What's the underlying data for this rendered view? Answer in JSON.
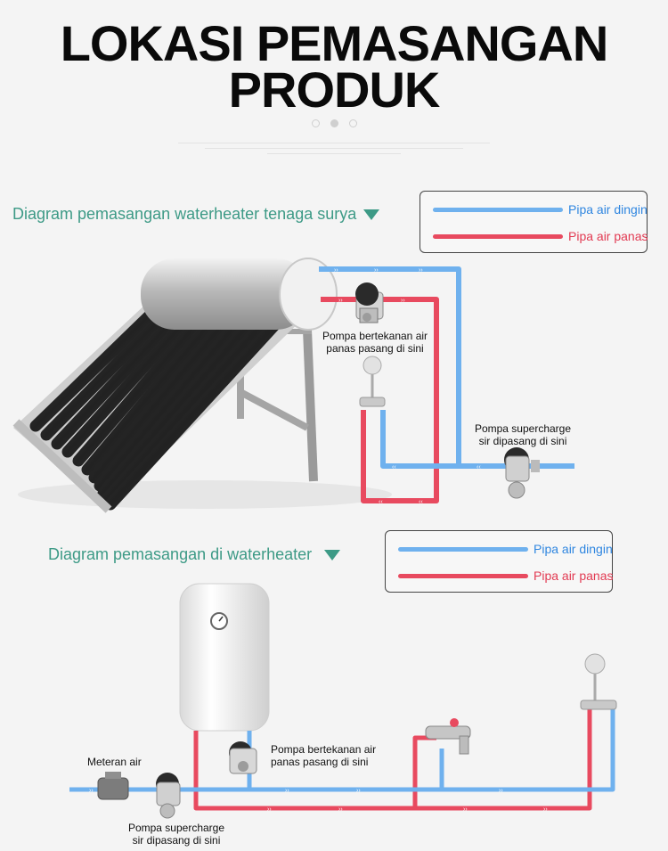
{
  "title": {
    "line1": "LOKASI PEMASANGAN",
    "line2": "PRODUK"
  },
  "colors": {
    "cold": "#6fb1ee",
    "hot": "#e84a5f",
    "accent": "#3d9a86"
  },
  "solar_section": {
    "heading": "Diagram pemasangan waterheater tenaga surya",
    "legend": {
      "cold_label": "Pipa air dingin",
      "hot_label": "Pipa air panas"
    },
    "booster_note": {
      "line1": "Pompa bertekanan air",
      "line2": "panas pasang di sini"
    },
    "supercharge_note": {
      "line1": "Pompa supercharge",
      "line2": "sir dipasang di sini"
    }
  },
  "heater_section": {
    "heading": "Diagram pemasangan di waterheater",
    "legend": {
      "cold_label": "Pipa air dingin",
      "hot_label": "Pipa air panas"
    },
    "meter_label": "Meteran air",
    "booster_note": {
      "line1": "Pompa bertekanan air",
      "line2": "panas pasang di sini"
    },
    "supercharge_note": {
      "line1": "Pompa supercharge",
      "line2": "sir dipasang di sini"
    }
  }
}
